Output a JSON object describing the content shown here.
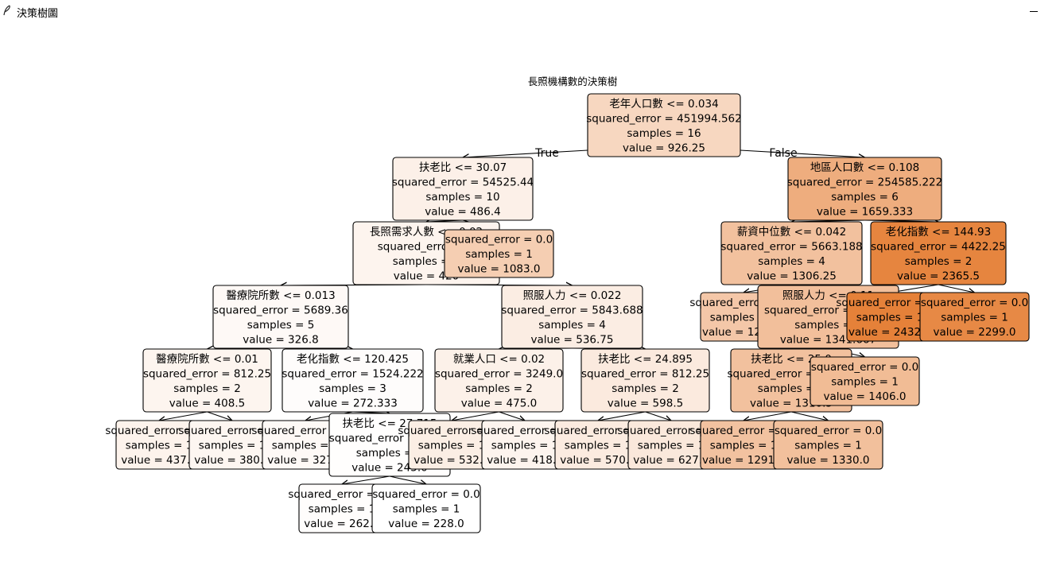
{
  "window": {
    "title": "決策樹圖"
  },
  "figure": {
    "title": "長照機構數的決策樹",
    "branch_true": "True",
    "branch_false": "False"
  },
  "tree": {
    "nodes": [
      {
        "id": 0,
        "lines": [
          "老年人口數 <= 0.034",
          "squared_error = 451994.562",
          "samples = 16",
          "value = 926.25"
        ],
        "value": 926.25
      },
      {
        "id": 1,
        "lines": [
          "扶老比 <= 30.07",
          "squared_error = 54525.44",
          "samples = 10",
          "value = 486.4"
        ],
        "value": 486.4
      },
      {
        "id": 2,
        "lines": [
          "長照需求人數 <= 0.02",
          "squared_error = 1",
          "samples = 9",
          "value = 420"
        ],
        "value": 420.2
      },
      {
        "id": 3,
        "lines": [
          "醫療院所數 <= 0.013",
          "squared_error = 5689.36",
          "samples = 5",
          "value = 326.8"
        ],
        "value": 326.8
      },
      {
        "id": 4,
        "lines": [
          "醫療院所數 <= 0.01",
          "squared_error = 812.25",
          "samples = 2",
          "value = 408.5"
        ],
        "value": 408.5
      },
      {
        "id": 5,
        "lines": [
          "squared_error = 0.0",
          "samples = 1",
          "value = 437.0"
        ],
        "value": 437.0
      },
      {
        "id": 6,
        "lines": [
          "squared_error = 0.0",
          "samples = 1",
          "value = 380.0"
        ],
        "value": 380.0
      },
      {
        "id": 7,
        "lines": [
          "老化指數 <= 120.425",
          "squared_error = 1524.222",
          "samples = 3",
          "value = 272.333"
        ],
        "value": 272.333
      },
      {
        "id": 8,
        "lines": [
          "squared_error = 0.0",
          "samples = 1",
          "value = 327.0"
        ],
        "value": 327.0
      },
      {
        "id": 9,
        "lines": [
          "扶老比 <= 27.715",
          "squared_error = 289.0",
          "samples = 2",
          "value = 245.0"
        ],
        "value": 245.0
      },
      {
        "id": 10,
        "lines": [
          "squared_error = 0.0",
          "samples = 1",
          "value = 262.0"
        ],
        "value": 262.0
      },
      {
        "id": 11,
        "lines": [
          "squared_error = 0.0",
          "samples = 1",
          "value = 228.0"
        ],
        "value": 228.0
      },
      {
        "id": 12,
        "lines": [
          "照服人力 <= 0.022",
          "squared_error = 5843.688",
          "samples = 4",
          "value = 536.75"
        ],
        "value": 536.75
      },
      {
        "id": 13,
        "lines": [
          "就業人口 <= 0.02",
          "squared_error = 3249.0",
          "samples = 2",
          "value = 475.0"
        ],
        "value": 475.0
      },
      {
        "id": 14,
        "lines": [
          "squared_error = 0.0",
          "samples = 1",
          "value = 532.0"
        ],
        "value": 532.0
      },
      {
        "id": 15,
        "lines": [
          "squared_error = 0.0",
          "samples = 1",
          "value = 418.0"
        ],
        "value": 418.0
      },
      {
        "id": 16,
        "lines": [
          "扶老比 <= 24.895",
          "squared_error = 812.25",
          "samples = 2",
          "value = 598.5"
        ],
        "value": 598.5
      },
      {
        "id": 17,
        "lines": [
          "squared_error = 0.0",
          "samples = 1",
          "value = 570.0"
        ],
        "value": 570.0
      },
      {
        "id": 18,
        "lines": [
          "squared_error = 0.0",
          "samples = 1",
          "value = 627.0"
        ],
        "value": 627.0
      },
      {
        "id": 19,
        "lines": [
          "squared_error = 0.0",
          "samples = 1",
          "value = 1083.0"
        ],
        "value": 1083.0
      },
      {
        "id": 20,
        "lines": [
          "地區人口數 <= 0.108",
          "squared_error = 254585.222",
          "samples = 6",
          "value = 1659.333"
        ],
        "value": 1659.333
      },
      {
        "id": 21,
        "lines": [
          "薪資中位數 <= 0.042",
          "squared_error = 5663.188",
          "samples = 4",
          "value = 1306.25"
        ],
        "value": 1306.25
      },
      {
        "id": 22,
        "lines": [
          "squared_error = 0.0",
          "samples = 1",
          "value = 1200.0"
        ],
        "value": 1200.0
      },
      {
        "id": 23,
        "lines": [
          "照服人力 <= 0.11",
          "squared_error = 1380.0",
          "samples = 3",
          "value = 1341.667"
        ],
        "value": 1341.667
      },
      {
        "id": 24,
        "lines": [
          "扶老比 <= 25.0",
          "squared_error = 110.25",
          "samples = 2",
          "value = 1310.5"
        ],
        "value": 1310.5
      },
      {
        "id": 25,
        "lines": [
          "squared_error = 0.0",
          "samples = 1",
          "value = 1291.0"
        ],
        "value": 1291.0
      },
      {
        "id": 26,
        "lines": [
          "squared_error = 0.0",
          "samples = 1",
          "value = 1330.0"
        ],
        "value": 1330.0
      },
      {
        "id": 27,
        "lines": [
          "squared_error = 0.0",
          "samples = 1",
          "value = 1406.0"
        ],
        "value": 1406.0
      },
      {
        "id": 28,
        "lines": [
          "老化指數 <= 144.93",
          "squared_error = 4422.25",
          "samples = 2",
          "value = 2365.5"
        ],
        "value": 2365.5
      },
      {
        "id": 29,
        "lines": [
          "squared_error = 0.0",
          "samples = 1",
          "value = 2432.0"
        ],
        "value": 2432.0
      },
      {
        "id": 30,
        "lines": [
          "squared_error = 0.0",
          "samples = 1",
          "value = 2299.0"
        ],
        "value": 2299.0
      }
    ],
    "edges": [
      [
        0,
        1
      ],
      [
        0,
        20
      ],
      [
        1,
        2
      ],
      [
        1,
        19
      ],
      [
        2,
        3
      ],
      [
        2,
        12
      ],
      [
        3,
        4
      ],
      [
        3,
        7
      ],
      [
        4,
        5
      ],
      [
        4,
        6
      ],
      [
        7,
        8
      ],
      [
        7,
        9
      ],
      [
        9,
        10
      ],
      [
        9,
        11
      ],
      [
        12,
        13
      ],
      [
        12,
        16
      ],
      [
        13,
        14
      ],
      [
        13,
        15
      ],
      [
        16,
        17
      ],
      [
        16,
        18
      ],
      [
        20,
        21
      ],
      [
        20,
        28
      ],
      [
        21,
        22
      ],
      [
        21,
        23
      ],
      [
        23,
        24
      ],
      [
        23,
        27
      ],
      [
        24,
        25
      ],
      [
        24,
        26
      ],
      [
        28,
        29
      ],
      [
        28,
        30
      ]
    ]
  },
  "colors": {
    "low": "#ffffff",
    "high": "#e58139",
    "stroke": "#000000",
    "text": "#000000"
  }
}
